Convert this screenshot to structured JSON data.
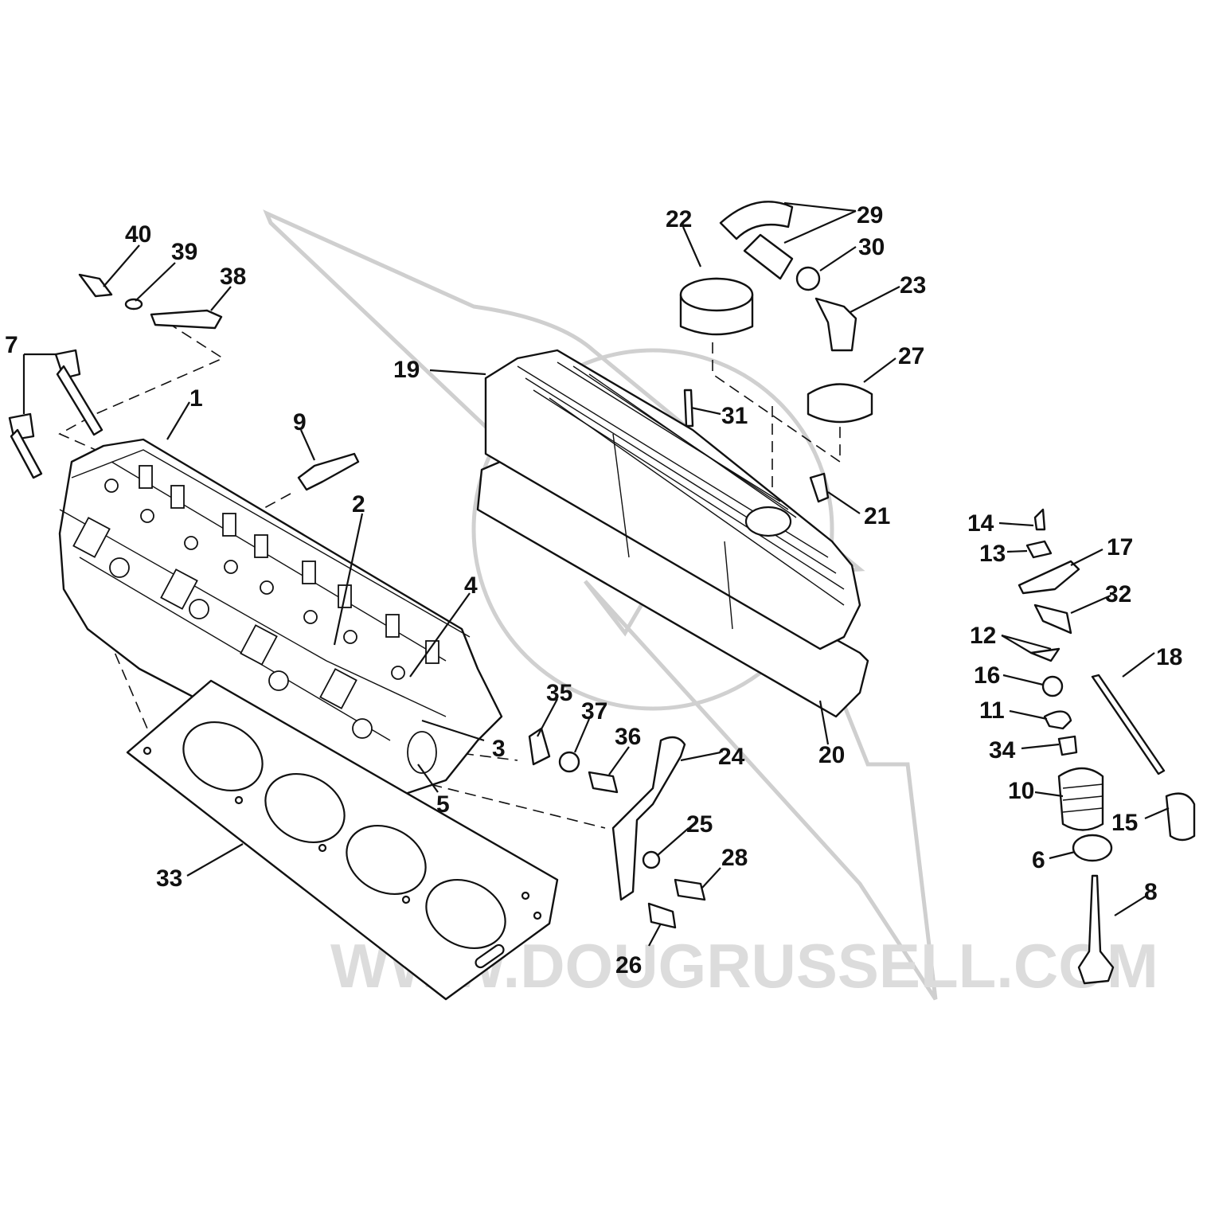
{
  "watermark": "WWW.DOUGRUSSELL.COM",
  "callouts": [
    {
      "id": "c1",
      "text": "1"
    },
    {
      "id": "c2",
      "text": "2"
    },
    {
      "id": "c3",
      "text": "3"
    },
    {
      "id": "c4",
      "text": "4"
    },
    {
      "id": "c5",
      "text": "5"
    },
    {
      "id": "c6",
      "text": "6"
    },
    {
      "id": "c7",
      "text": "7"
    },
    {
      "id": "c8",
      "text": "8"
    },
    {
      "id": "c9",
      "text": "9"
    },
    {
      "id": "c10",
      "text": "10"
    },
    {
      "id": "c11",
      "text": "11"
    },
    {
      "id": "c12",
      "text": "12"
    },
    {
      "id": "c13",
      "text": "13"
    },
    {
      "id": "c14",
      "text": "14"
    },
    {
      "id": "c15",
      "text": "15"
    },
    {
      "id": "c16",
      "text": "16"
    },
    {
      "id": "c17",
      "text": "17"
    },
    {
      "id": "c18",
      "text": "18"
    },
    {
      "id": "c19",
      "text": "19"
    },
    {
      "id": "c20",
      "text": "20"
    },
    {
      "id": "c21",
      "text": "21"
    },
    {
      "id": "c22",
      "text": "22"
    },
    {
      "id": "c23",
      "text": "23"
    },
    {
      "id": "c24",
      "text": "24"
    },
    {
      "id": "c25",
      "text": "25"
    },
    {
      "id": "c26",
      "text": "26"
    },
    {
      "id": "c27",
      "text": "27"
    },
    {
      "id": "c28",
      "text": "28"
    },
    {
      "id": "c29",
      "text": "29"
    },
    {
      "id": "c30",
      "text": "30"
    },
    {
      "id": "c31",
      "text": "31"
    },
    {
      "id": "c32",
      "text": "32"
    },
    {
      "id": "c33",
      "text": "33"
    },
    {
      "id": "c34",
      "text": "34"
    },
    {
      "id": "c35",
      "text": "35"
    },
    {
      "id": "c36",
      "text": "36"
    },
    {
      "id": "c37",
      "text": "37"
    },
    {
      "id": "c38",
      "text": "38"
    },
    {
      "id": "c39",
      "text": "39"
    },
    {
      "id": "c40",
      "text": "40"
    }
  ]
}
